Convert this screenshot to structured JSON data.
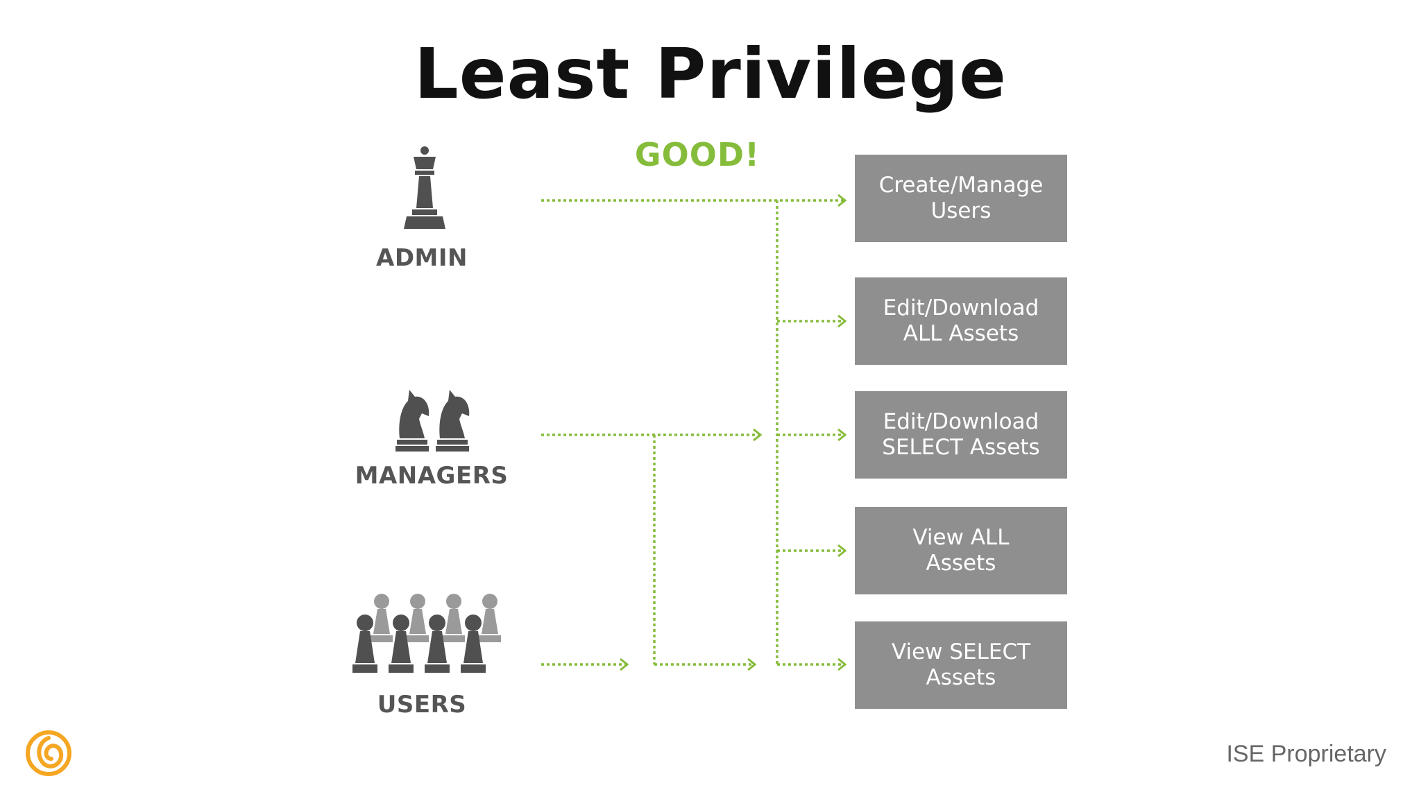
{
  "title": "Least Privilege",
  "good_label": "GOOD!",
  "roles": [
    {
      "label": "ADMIN",
      "icon": "chess-queen-icon"
    },
    {
      "label": "MANAGERS",
      "icon": "chess-knights-icon"
    },
    {
      "label": "USERS",
      "icon": "chess-pawns-icon"
    }
  ],
  "permissions": [
    {
      "label": "Create/Manage\nUsers"
    },
    {
      "label": "Edit/Download\nALL Assets"
    },
    {
      "label": "Edit/Download\nSELECT Assets"
    },
    {
      "label": "View ALL\nAssets"
    },
    {
      "label": "View SELECT\nAssets"
    }
  ],
  "footer": "ISE Proprietary",
  "colors": {
    "arrow": "#86bc3b",
    "box": "#8f8f8f",
    "logo": "#f5a623"
  }
}
